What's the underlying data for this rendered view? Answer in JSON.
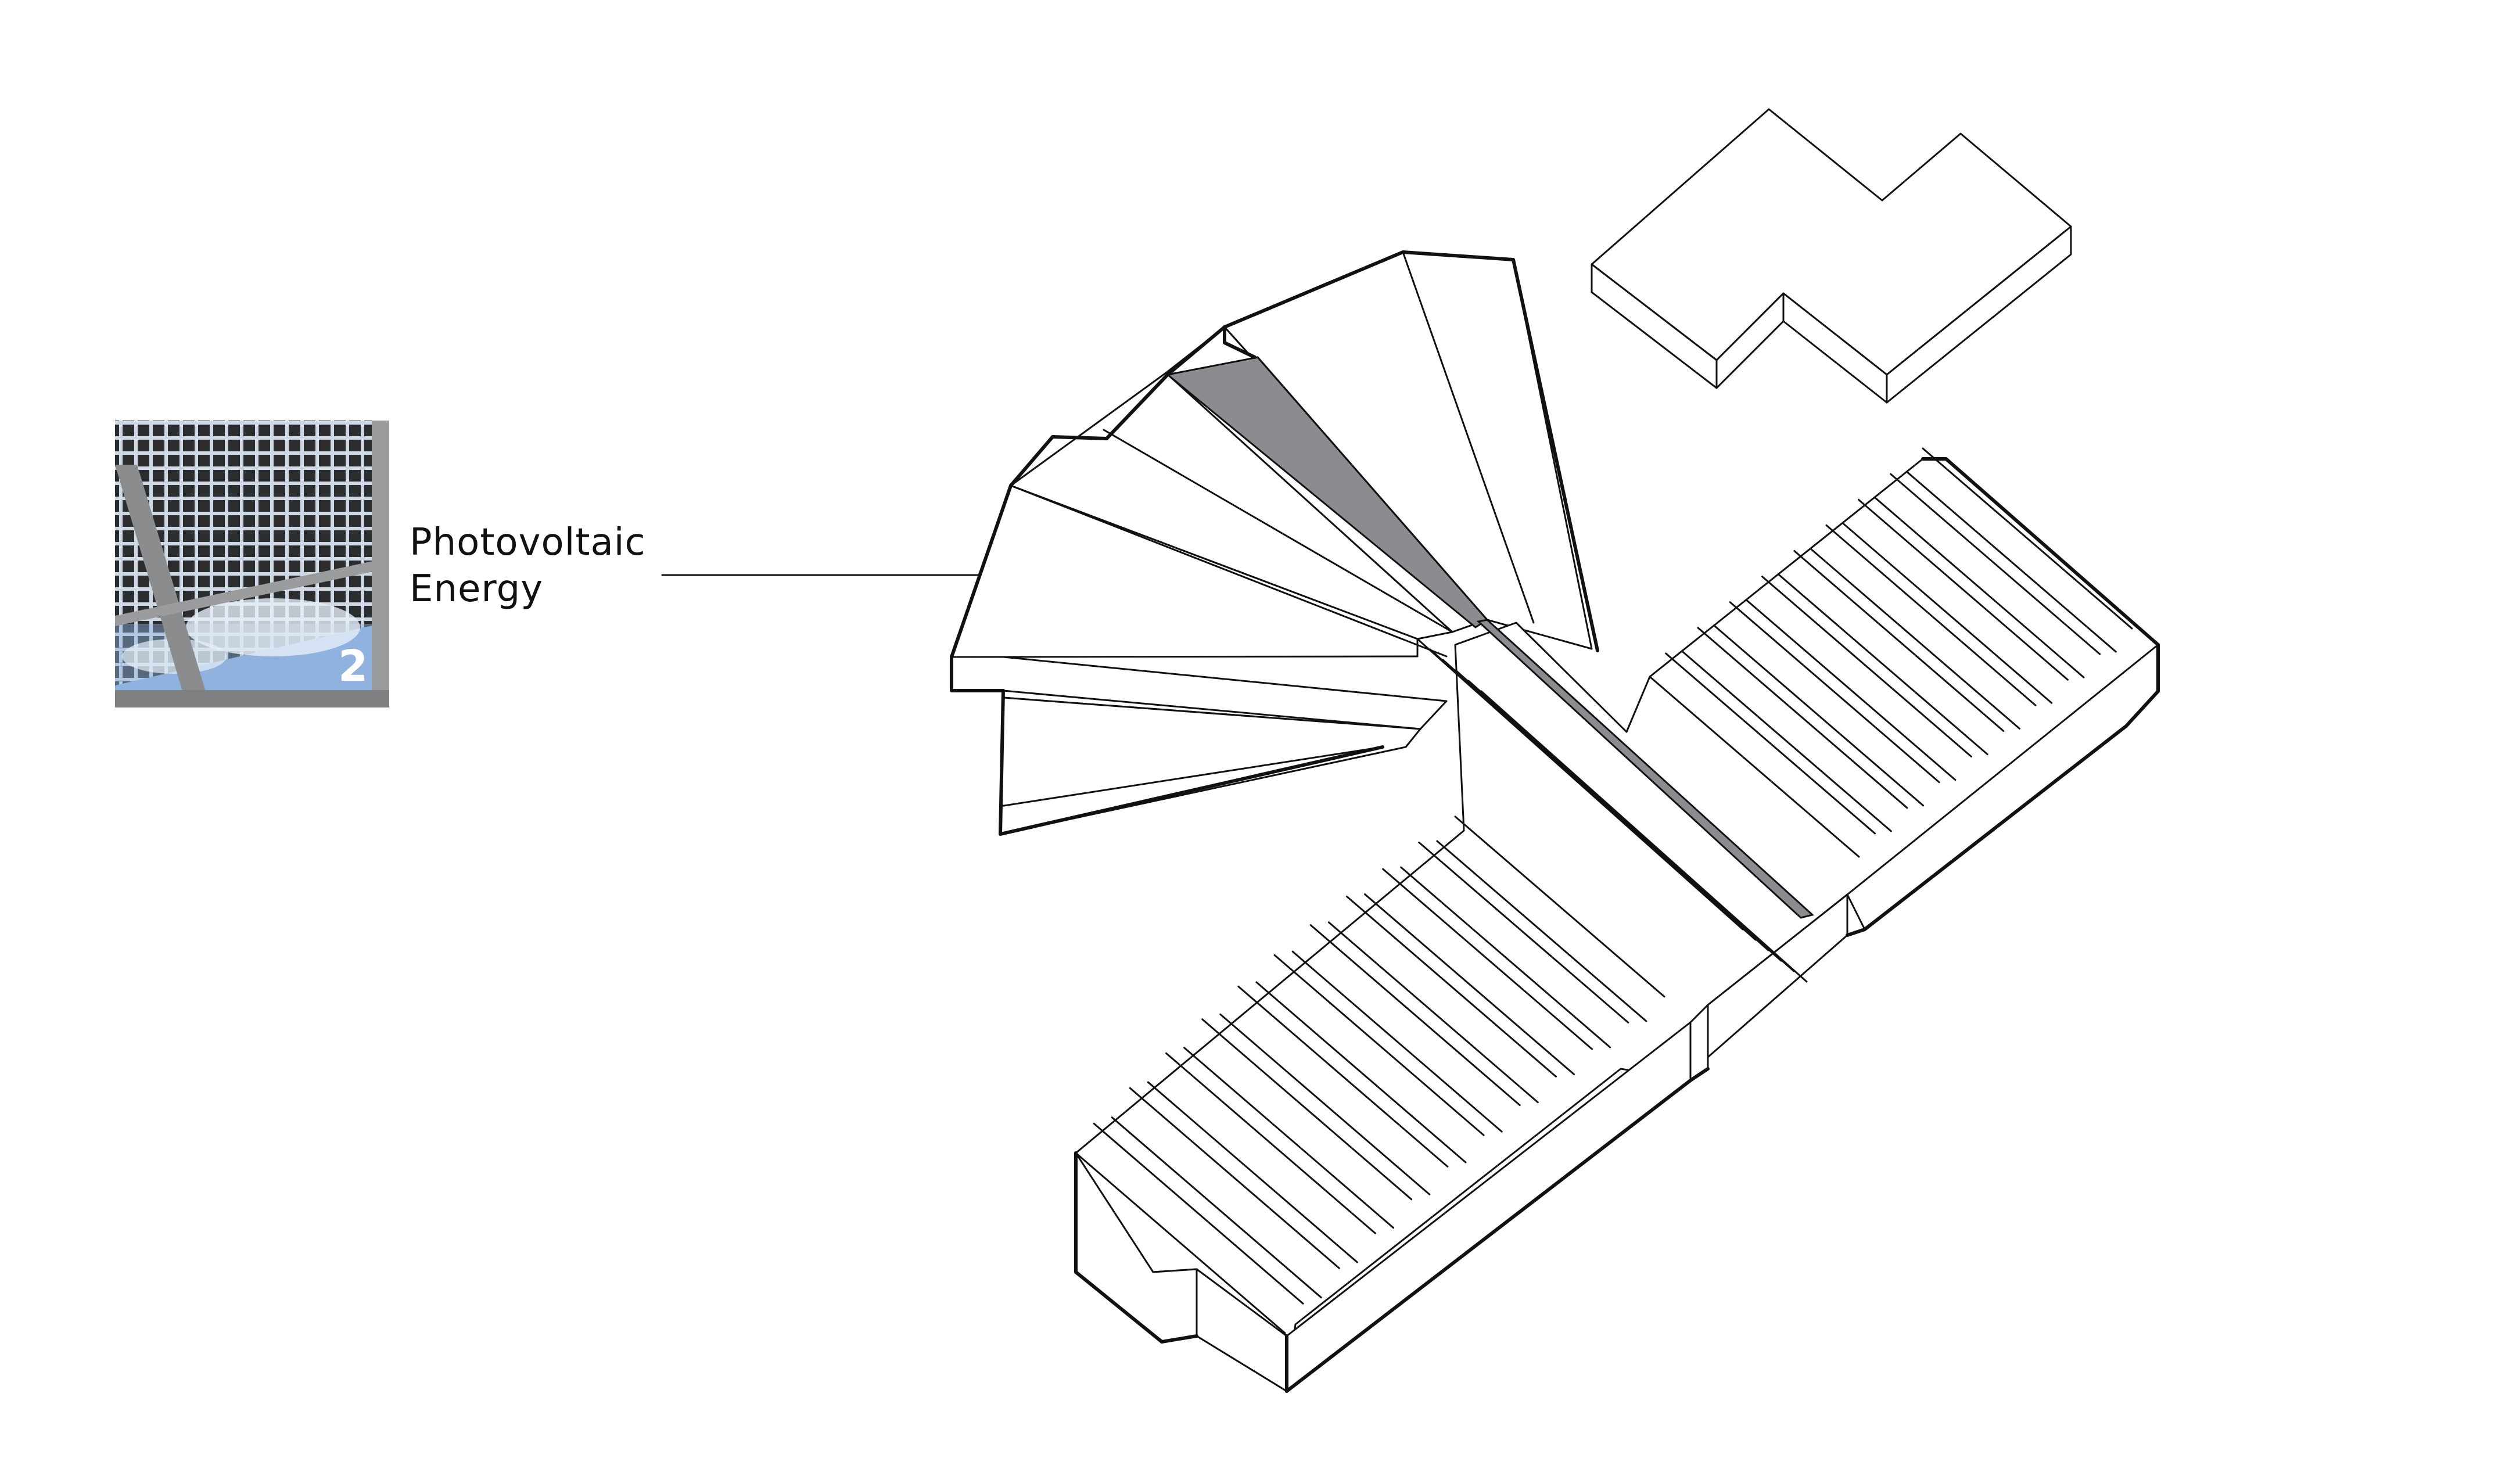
{
  "callout": {
    "line1": "Photovoltaic",
    "line2": "Energy"
  },
  "thumbnail": {
    "number": "2",
    "description_icon": "solar-panel-photo-icon"
  },
  "colors": {
    "line": "#111111",
    "highlight": "#8c8c90",
    "panel_grid": "#2b2d2f",
    "sky": "#8fb3de",
    "frame": "#9a9c9e"
  }
}
